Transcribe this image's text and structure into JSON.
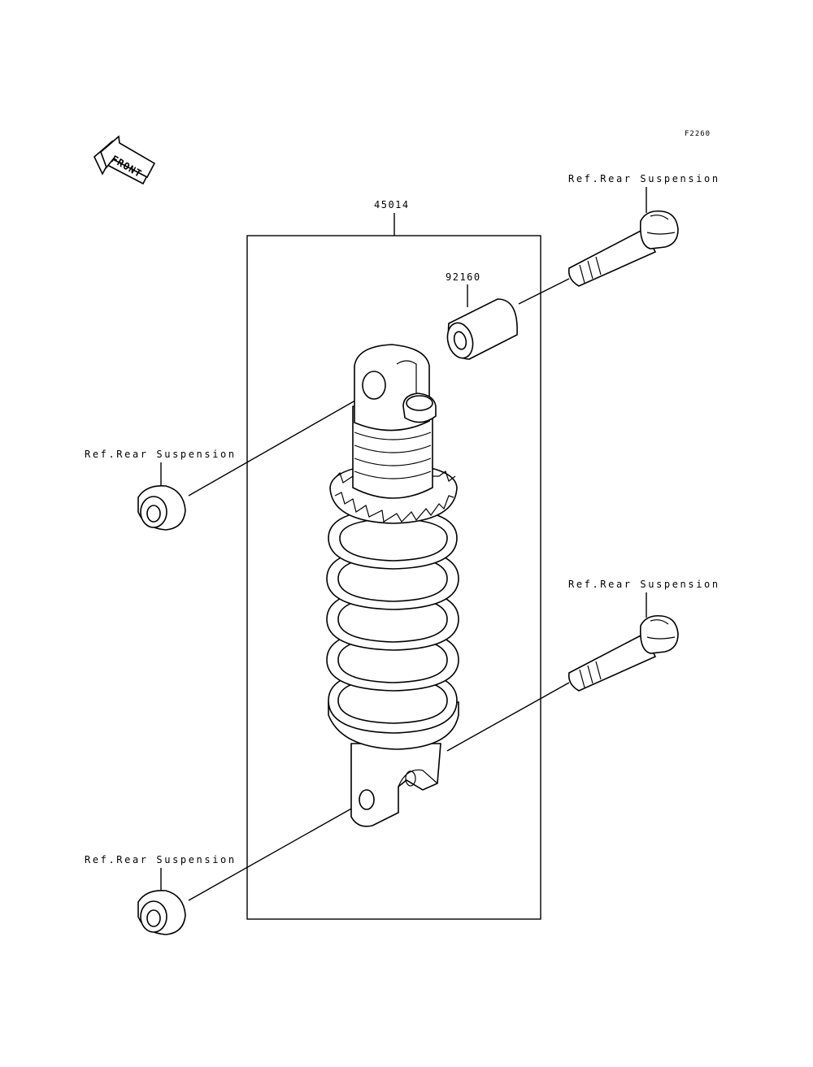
{
  "diagram": {
    "figure_code": "F2260",
    "front_label": "FRONT",
    "parts": {
      "shock_absorber": "45014",
      "collar": "92160"
    },
    "references": {
      "top_bolt": "Ref.Rear Suspension",
      "top_nut": "Ref.Rear Suspension",
      "bottom_bolt": "Ref.Rear Suspension",
      "bottom_nut": "Ref.Rear Suspension"
    }
  }
}
